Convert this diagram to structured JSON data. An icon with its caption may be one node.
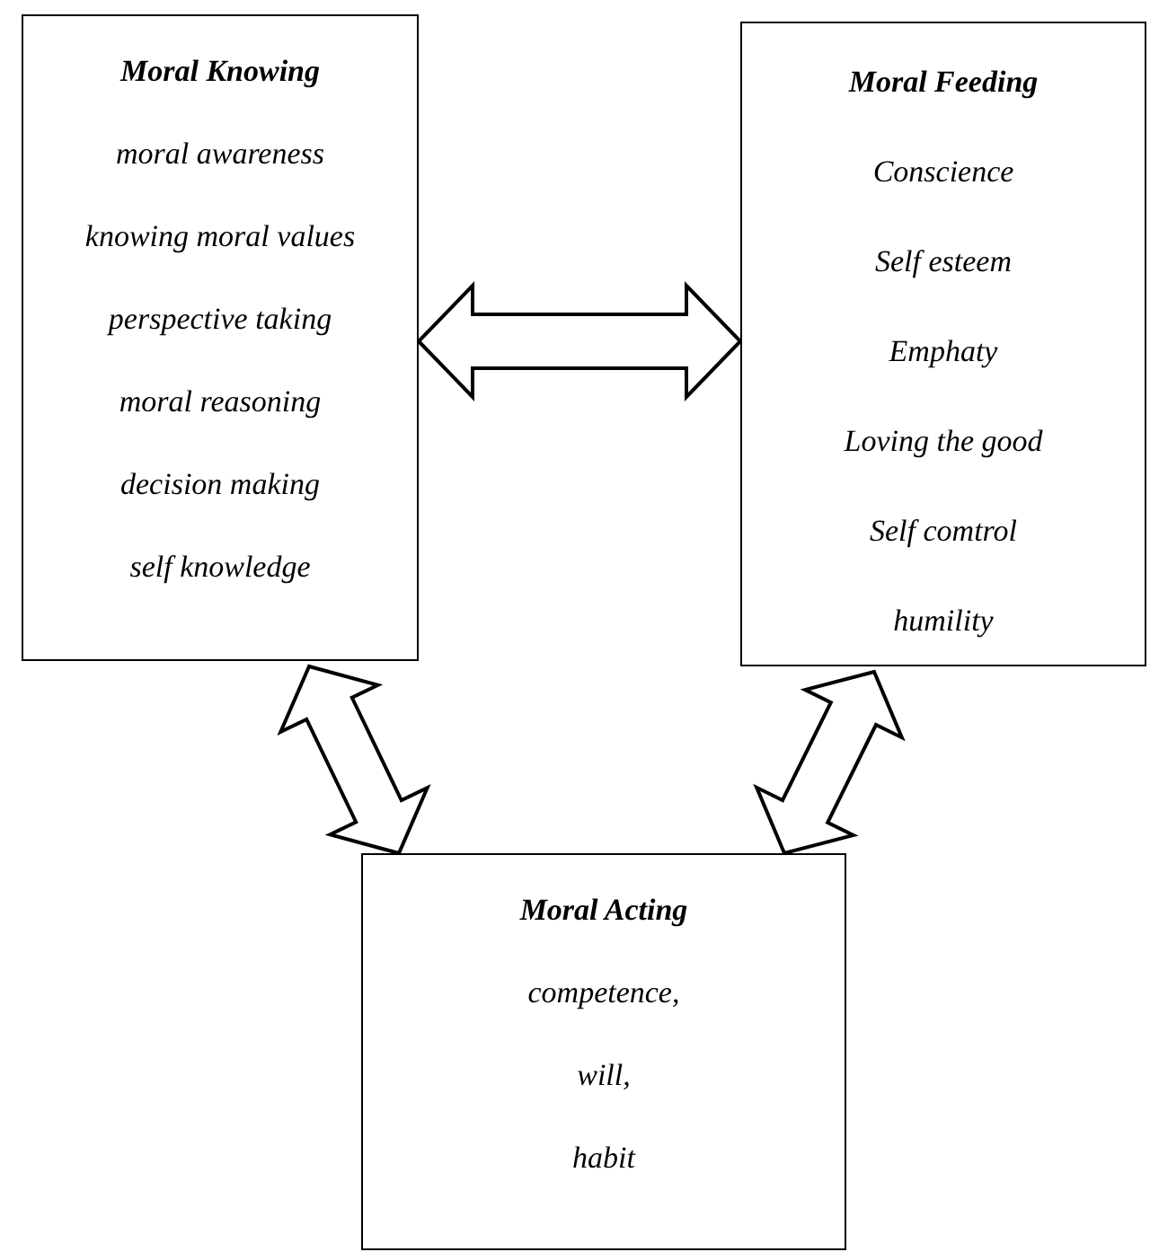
{
  "diagram": {
    "nodes": [
      {
        "text": [
          "Moral Knowing",
          "moral awareness",
          "knowing moral values",
          "perspective taking",
          "moral reasoning",
          "decision making",
          "self knowledge"
        ]
      },
      {
        "text": [
          "Moral Feeding",
          "Conscience",
          "Self esteem",
          "Emphaty",
          "Loving the good",
          "Self comtrol",
          "humility"
        ]
      },
      {
        "text": [
          "Moral Acting",
          "competence,",
          "will,",
          "habit"
        ]
      }
    ],
    "edges": [
      {
        "from": 0,
        "to": 1,
        "arrow": "both"
      },
      {
        "from": 0,
        "to": 2,
        "arrow": "both"
      },
      {
        "from": 1,
        "to": 2,
        "arrow": "both"
      }
    ]
  }
}
